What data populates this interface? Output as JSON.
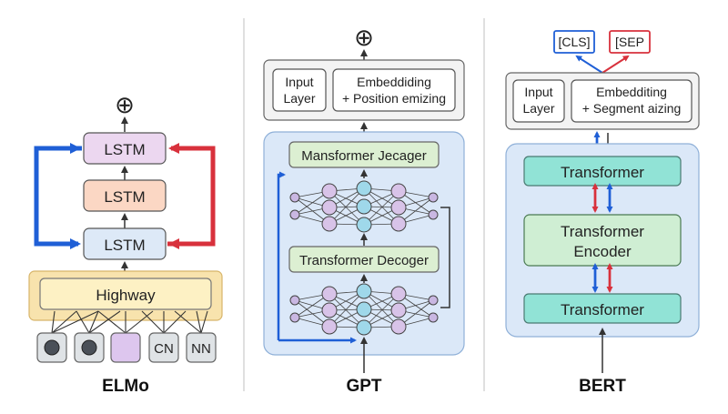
{
  "elmo": {
    "title": "ELMo",
    "plus": "⊕",
    "lstm_top": "LSTM",
    "lstm_mid": "LSTM",
    "lstm_bottom": "LSTM",
    "highway": "Highway",
    "inputs": [
      "",
      "",
      "",
      "CN",
      "NN"
    ]
  },
  "gpt": {
    "title": "GPT",
    "plus": "⊕",
    "input_layer": [
      "Input",
      "Layer"
    ],
    "embedding": [
      "Embeddiding",
      "+ Position emizing"
    ],
    "top_block": "Mansformer Jecager",
    "decoder_block": "Transformer Decoger"
  },
  "bert": {
    "title": "BERT",
    "cls": "[CLS]",
    "sep": "[SEP",
    "input_layer": [
      "Input",
      "Layer"
    ],
    "embedding": [
      "Embedditing",
      "+ Segment aizing"
    ],
    "transformer_top": "Transformer",
    "encoder": [
      "Transformer",
      "Encoder"
    ],
    "transformer_bottom": "Transformer"
  },
  "colors": {
    "lstm_pink": "#ecd7f0",
    "lstm_orange": "#fbd7c4",
    "lstm_blue": "#dde9f7",
    "highway_fill": "#fdf1c4",
    "highway_outer": "#f8e3ad",
    "gpt_panel": "#dbe8f8",
    "green_box": "#dcefd2",
    "bert_panel": "#dbe8f8",
    "teal_box": "#91e3d6",
    "green_encoder": "#cfeed3",
    "arrow_blue": "#1f5fd6",
    "arrow_red": "#d8313c"
  }
}
